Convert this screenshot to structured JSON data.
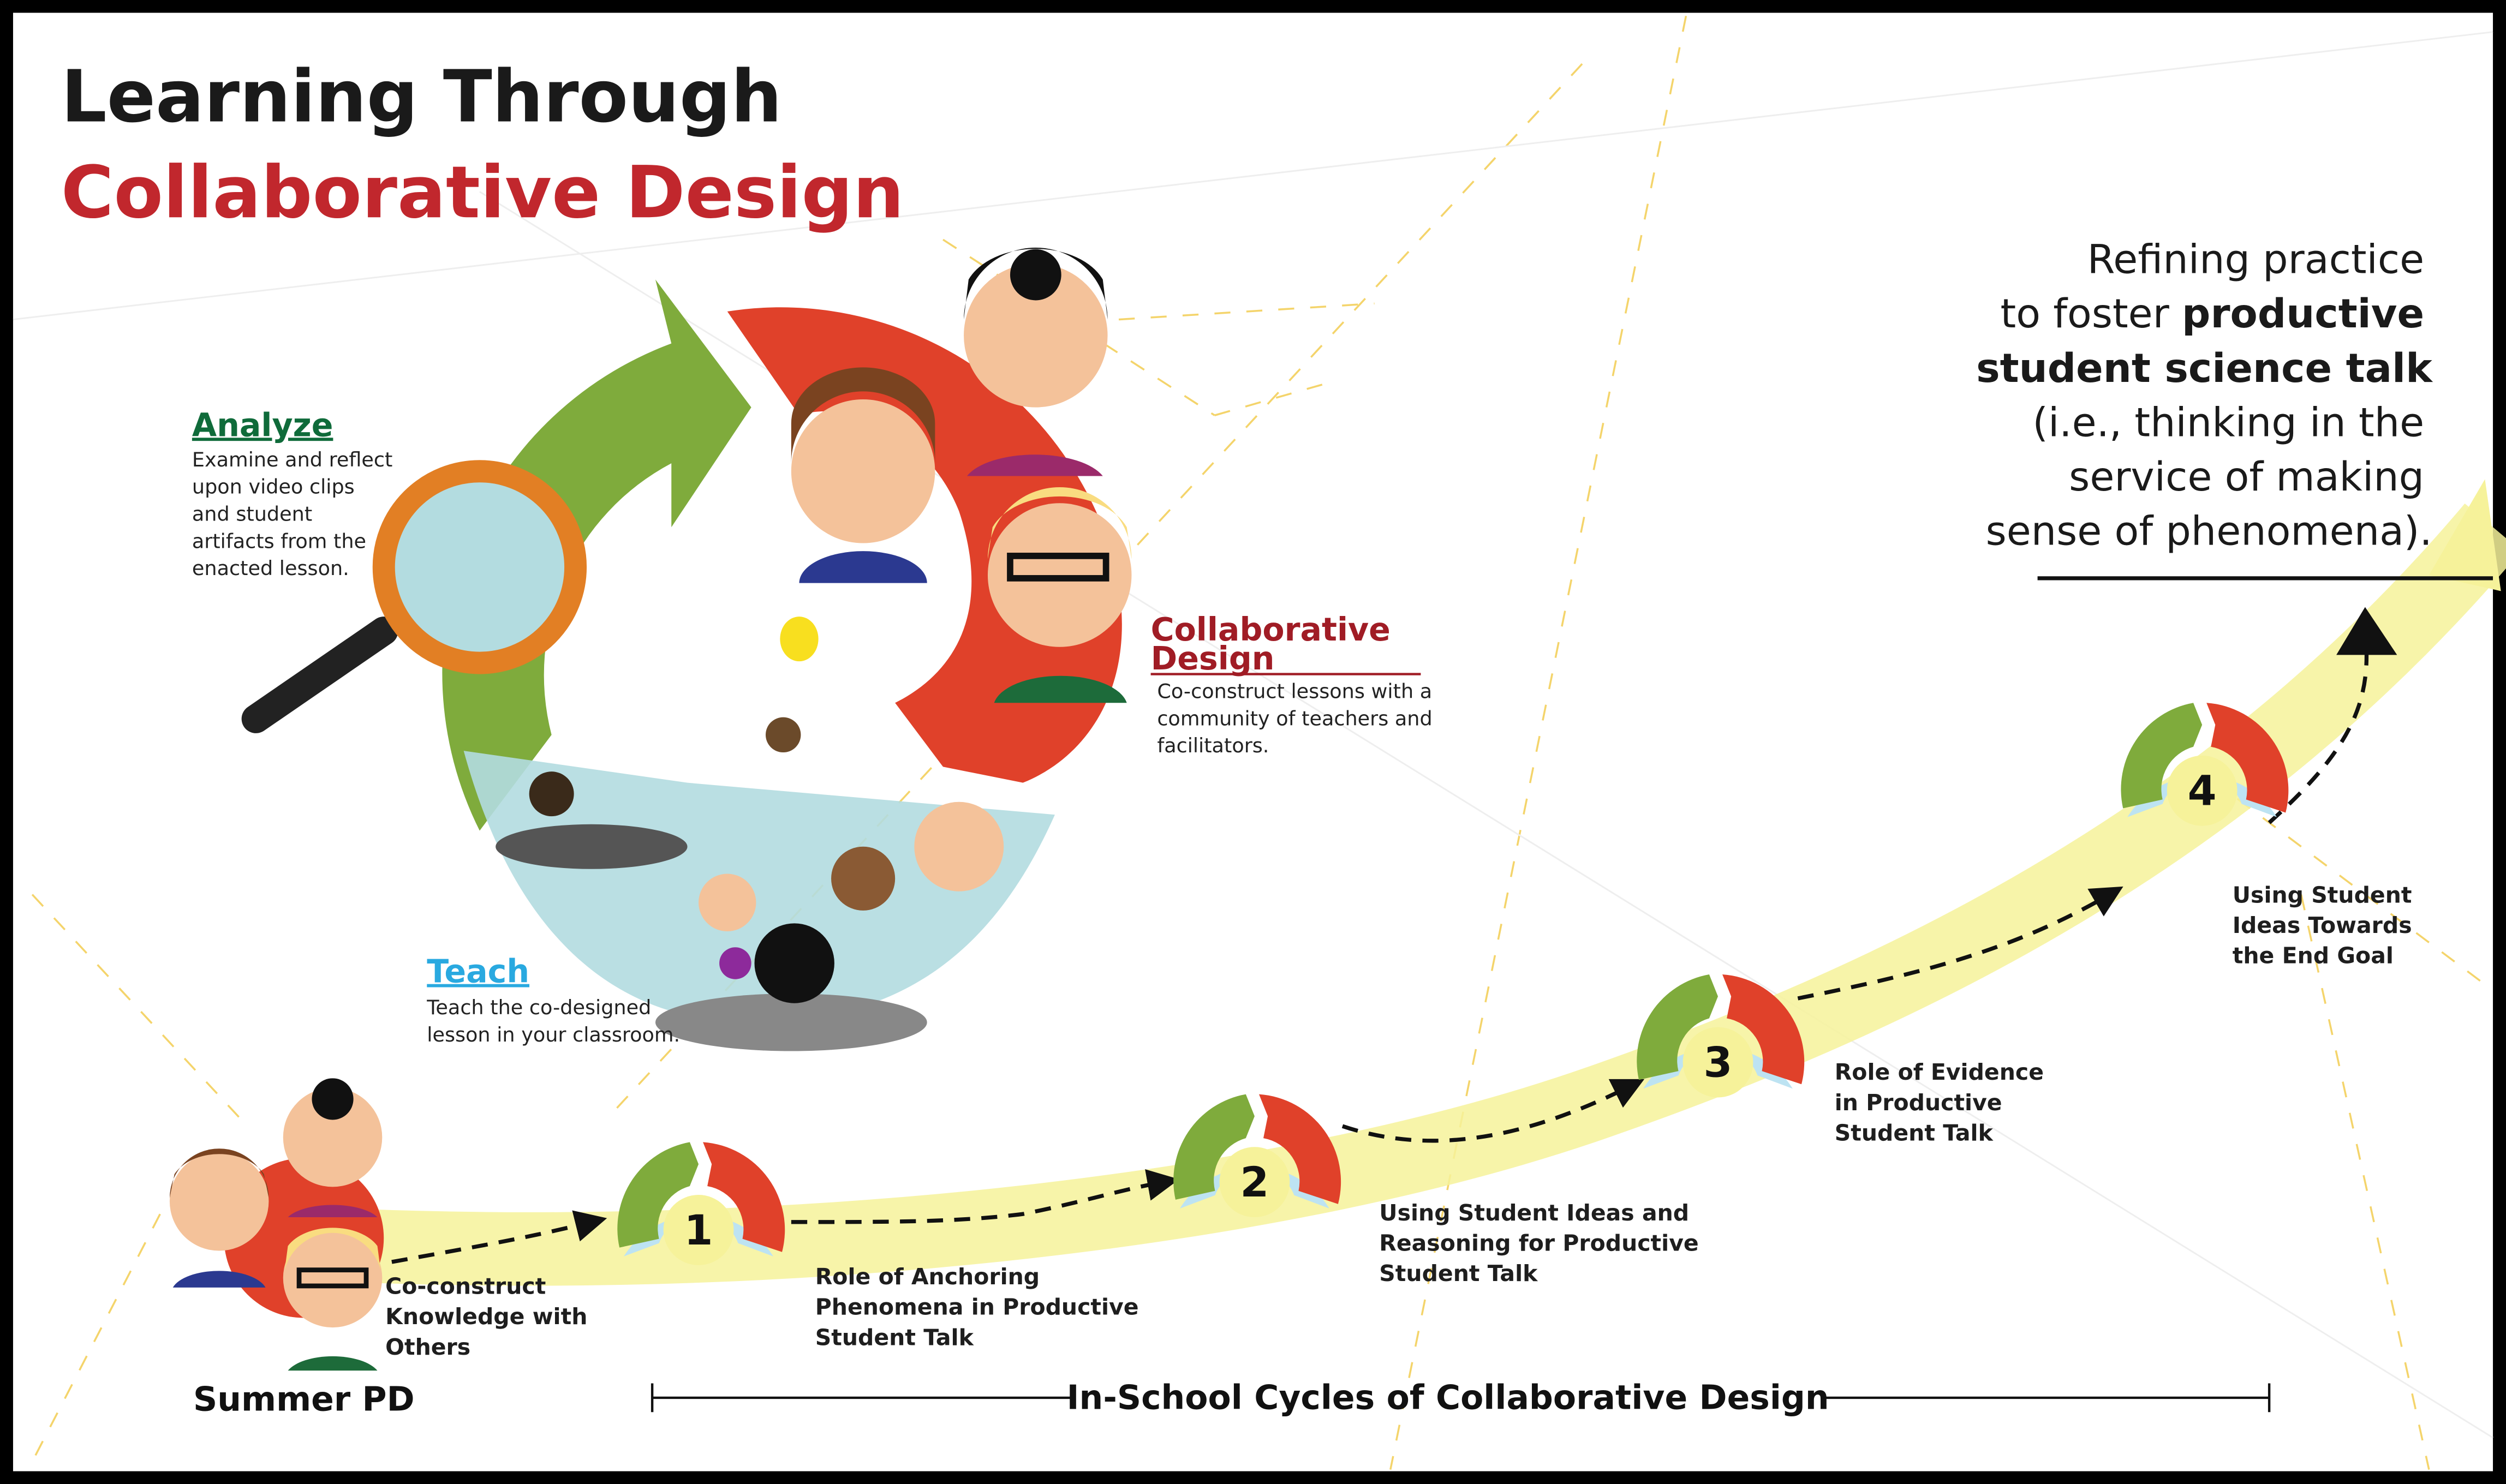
{
  "title": {
    "line1": "Learning Through",
    "line2": "Collaborative Design"
  },
  "goal": {
    "lines": [
      "Refining practice",
      "to foster ",
      "productive",
      "student science talk",
      "(i.e., thinking in the",
      "service of making",
      "sense of phenomena)."
    ]
  },
  "cycle": {
    "analyze": {
      "heading": "Analyze",
      "lines": [
        "Examine and reflect",
        "upon video clips",
        "and student",
        "artifacts  from the",
        "enacted lesson."
      ]
    },
    "design": {
      "heading1": "Collaborative",
      "heading2": "Design",
      "lines": [
        "Co-construct lessons with a",
        "community of teachers and",
        "facilitators."
      ]
    },
    "teach": {
      "heading": "Teach",
      "lines": [
        "Teach the co-designed",
        "lesson in your classroom."
      ]
    }
  },
  "summer": {
    "lines": [
      "Co-construct",
      "Knowledge with",
      "Others"
    ],
    "label": "Summer PD"
  },
  "steps": [
    {
      "number": "1",
      "lines": [
        "Role of Anchoring",
        "Phenomena in Productive",
        "Student Talk"
      ]
    },
    {
      "number": "2",
      "lines": [
        "Using Student Ideas and",
        "Reasoning for Productive",
        "Student Talk"
      ]
    },
    {
      "number": "3",
      "lines": [
        "Role of Evidence",
        "in Productive",
        "Student Talk"
      ]
    },
    {
      "number": "4",
      "lines": [
        "Using Student",
        "Ideas Towards",
        "the End Goal"
      ]
    }
  ],
  "timeline_label": "In-School Cycles of Collaborative Design",
  "colors": {
    "red": "#c1272d",
    "green": "#7fab3c",
    "orange_red": "#e0412a",
    "light_blue": "#bde3f2",
    "yellow": "#f6f29a",
    "dark_green": "#0f6b3a",
    "teach_blue": "#29a9e0"
  }
}
